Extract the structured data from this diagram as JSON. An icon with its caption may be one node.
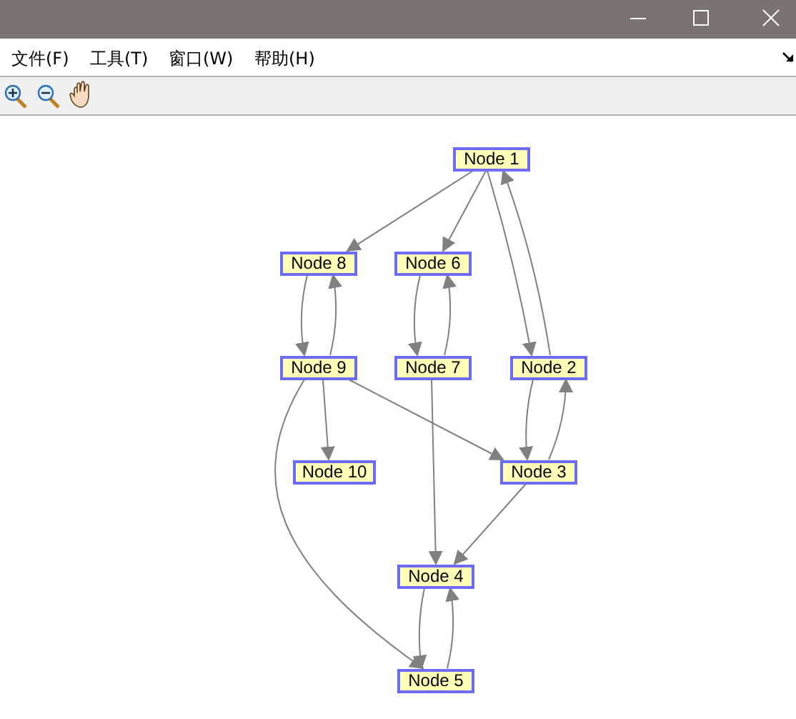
{
  "diagram": {
    "nodes": [
      {
        "text": [
          "Node 1"
        ]
      },
      {
        "text": [
          "Node 8"
        ]
      },
      {
        "text": [
          "Node 6"
        ]
      },
      {
        "text": [
          "Node 9"
        ]
      },
      {
        "text": [
          "Node 7"
        ]
      },
      {
        "text": [
          "Node 2"
        ]
      },
      {
        "text": [
          "Node 10"
        ]
      },
      {
        "text": [
          "Node 3"
        ]
      },
      {
        "text": [
          "Node 4"
        ]
      },
      {
        "text": [
          "Node 5"
        ]
      }
    ],
    "edges": [
      {
        "from": 0,
        "to": 1,
        "arrow": "to"
      },
      {
        "from": 0,
        "to": 2,
        "arrow": "to"
      },
      {
        "from": 0,
        "to": 5,
        "arrow": "to"
      },
      {
        "from": 5,
        "to": 0,
        "arrow": "to"
      },
      {
        "from": 1,
        "to": 3,
        "arrow": "to"
      },
      {
        "from": 3,
        "to": 1,
        "arrow": "to"
      },
      {
        "from": 2,
        "to": 4,
        "arrow": "to"
      },
      {
        "from": 4,
        "to": 2,
        "arrow": "to"
      },
      {
        "from": 5,
        "to": 7,
        "arrow": "to"
      },
      {
        "from": 7,
        "to": 5,
        "arrow": "to"
      },
      {
        "from": 3,
        "to": 6,
        "arrow": "to"
      },
      {
        "from": 3,
        "to": 7,
        "arrow": "to"
      },
      {
        "from": 3,
        "to": 9,
        "arrow": "to"
      },
      {
        "from": 4,
        "to": 8,
        "arrow": "to"
      },
      {
        "from": 7,
        "to": 8,
        "arrow": "to"
      },
      {
        "from": 8,
        "to": 9,
        "arrow": "to"
      },
      {
        "from": 9,
        "to": 8,
        "arrow": "to"
      }
    ],
    "labels": [
      "文件(F)",
      "工具(T)",
      "窗口(W)",
      "帮助(H)"
    ]
  }
}
